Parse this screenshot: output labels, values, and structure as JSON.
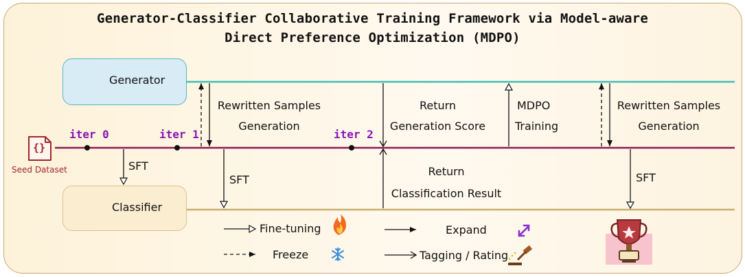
{
  "title_line1": "Generator-Classifier Collaborative Training Framework via Model-aware",
  "title_line2": "Direct Preference Optimization (MDPO)",
  "generator_label": "Generator",
  "classifier_label": "Classifier",
  "seed_label": "Seed Dataset",
  "seed_icon_text": "{}",
  "iters": [
    "iter 0",
    "iter 1",
    "iter 2"
  ],
  "rewritten_1": "Rewritten Samples",
  "generation_1": "Generation",
  "return_1": "Return",
  "generation_score": "Generation Score",
  "mdpo": "MDPO",
  "training": "Training",
  "rewritten_2": "Rewritten Samples",
  "generation_2": "Generation",
  "return_2": "Return",
  "classification_result": "Classification Result",
  "sft": "SFT",
  "legend": {
    "finetuning": "Fine-tuning",
    "freeze": "Freeze",
    "expand": "Expand",
    "tagging": "Tagging / Rating"
  },
  "colors": {
    "generator_line": "#3dbdb3",
    "main_line": "#8e1a55",
    "classifier_line": "#c9ad6e",
    "iter_text": "#8a16b5",
    "seed": "#a1262c"
  }
}
